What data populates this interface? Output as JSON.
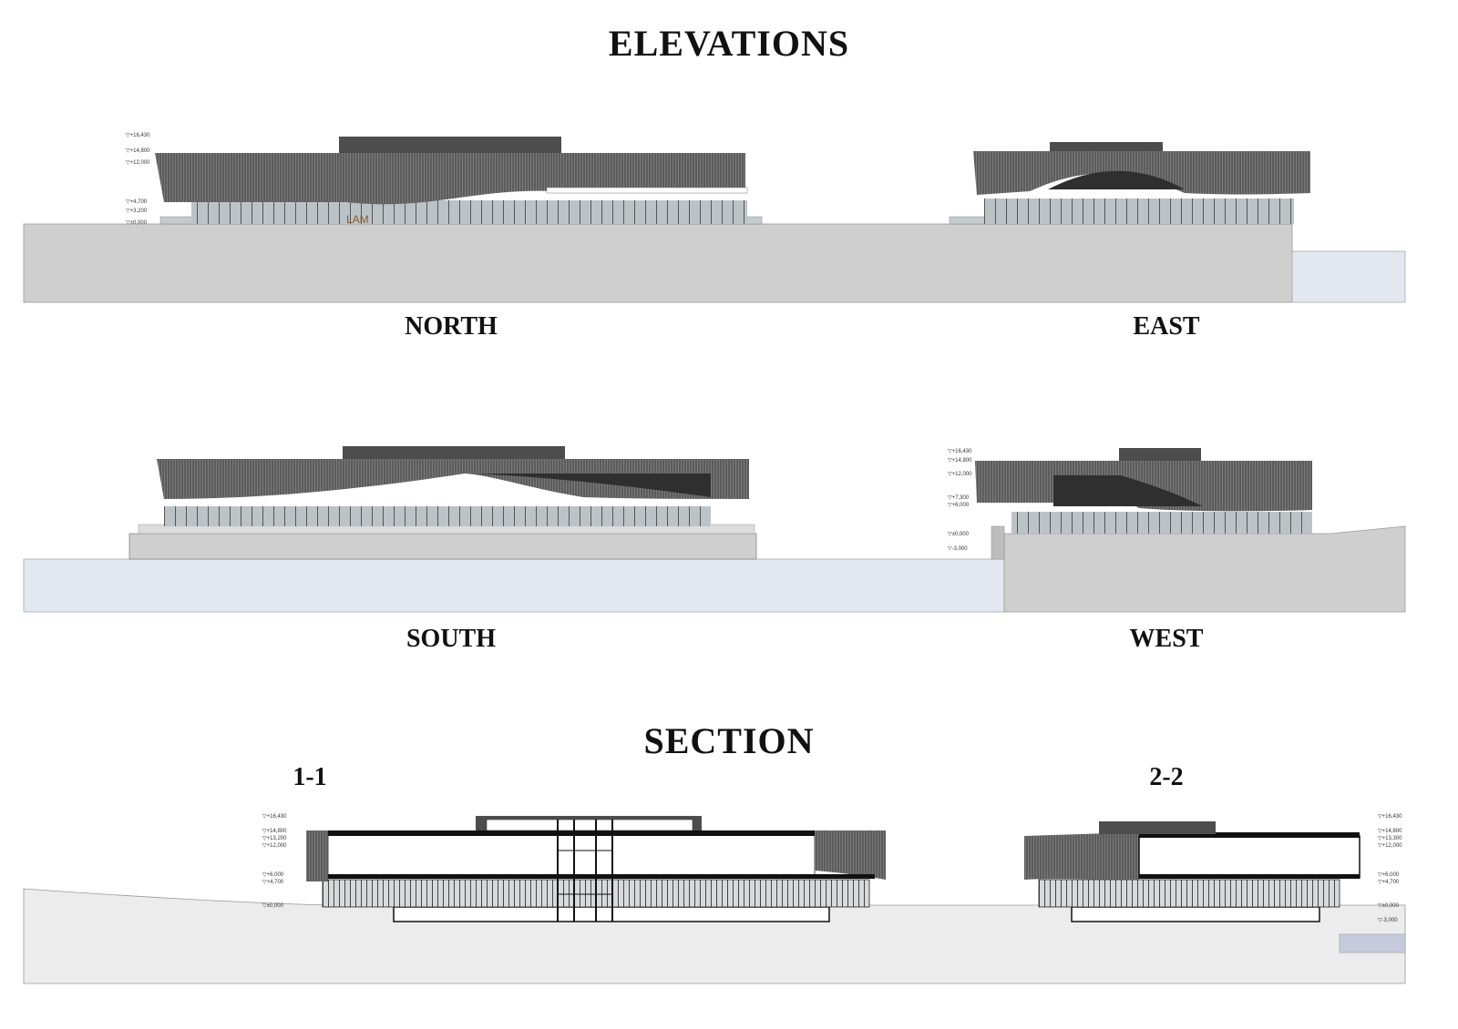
{
  "titles": {
    "elevations": "ELEVATIONS",
    "section": "SECTION"
  },
  "elevation_labels": {
    "north": "NORTH",
    "east": "EAST",
    "south": "SOUTH",
    "west": "WEST"
  },
  "section_labels": {
    "s11": "1-1",
    "s22": "2-2"
  },
  "sign_text": "LAM",
  "levels": {
    "north": [
      "+16,430",
      "+14,800",
      "+12,000",
      "+4,700",
      "+3,200",
      "±0,000"
    ],
    "west": [
      "+16,430",
      "+14,800",
      "+12,000",
      "+7,300",
      "+6,000",
      "±0,000",
      "-3,000"
    ],
    "s11": [
      "+16,430",
      "+14,800",
      "+13,200",
      "+12,000",
      "+6,000",
      "+4,700",
      "±0,000"
    ],
    "s22": [
      "+16,430",
      "+14,800",
      "+13,300",
      "+12,000",
      "+6,000",
      "+4,700",
      "±0,000",
      "-3,000"
    ]
  },
  "colors": {
    "facade": "#5a5a5a",
    "ground": "#cfcfcf",
    "water": "#e3e7ef",
    "glass": "#b9c0c4",
    "section_cut": "#111111",
    "section_ground": "#ececec"
  }
}
